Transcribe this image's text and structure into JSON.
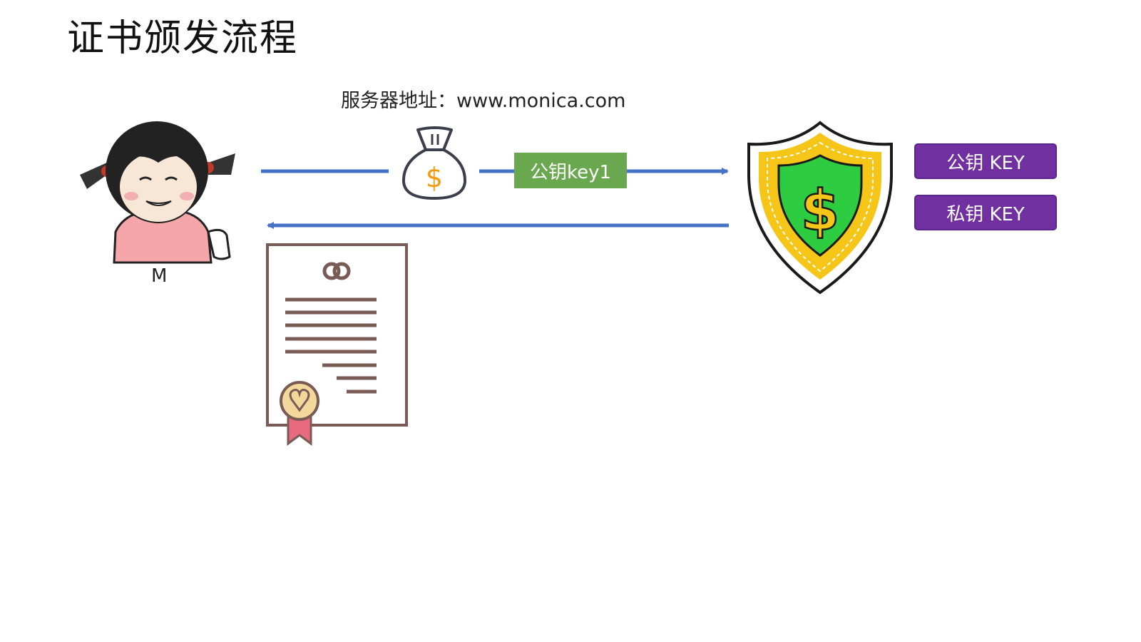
{
  "title": "证书颁发流程",
  "server_address": "服务器地址：www.monica.com",
  "person_label": "M",
  "public_key_tag": "公钥key1",
  "server_keys": {
    "public": "公钥 KEY",
    "private": "私钥 KEY"
  },
  "icons": [
    "girl-meme-avatar",
    "money-bag-icon",
    "shield-dollar-icon",
    "certificate-icon"
  ],
  "colors": {
    "arrow": "#4472c4",
    "public_key_tag": "#6aa84f",
    "key_box": "#7030a0"
  }
}
